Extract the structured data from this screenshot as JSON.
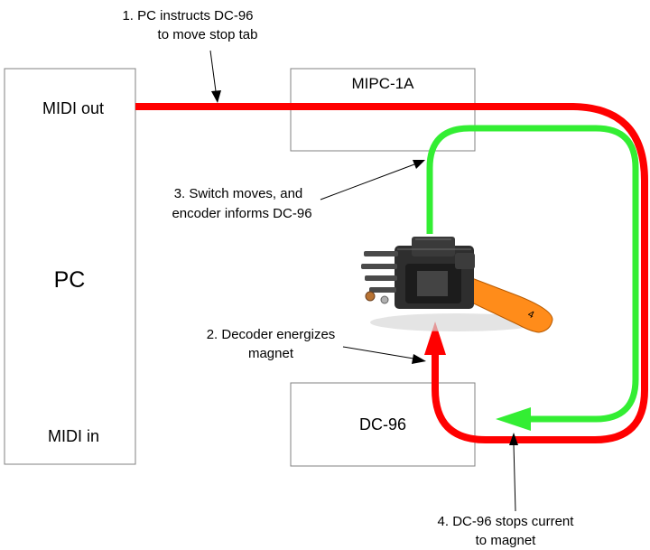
{
  "colors": {
    "signal_red": "#ff0000",
    "signal_green": "#33ee33",
    "box_border": "#808080",
    "text": "#000000",
    "tab_orange": "#ff8c1a",
    "magnet_body": "#2e2e2e"
  },
  "pc": {
    "title": "PC",
    "midi_out": "MIDI out",
    "midi_in": "MIDI in"
  },
  "mipc": {
    "title": "MIPC-1A"
  },
  "dc96": {
    "title": "DC-96"
  },
  "steps": {
    "step1": {
      "line1": "1.  PC instructs DC-96",
      "line2": "to move stop tab"
    },
    "step2": {
      "line1": "2.  Decoder energizes",
      "line2": "magnet"
    },
    "step3": {
      "line1": "3.  Switch moves, and",
      "line2": "encoder informs DC-96"
    },
    "step4": {
      "line1": "4.  DC-96 stops current",
      "line2": "to magnet"
    }
  },
  "photo": {
    "icon": "stop-tab-magnet-photo",
    "tab_number": "4"
  }
}
